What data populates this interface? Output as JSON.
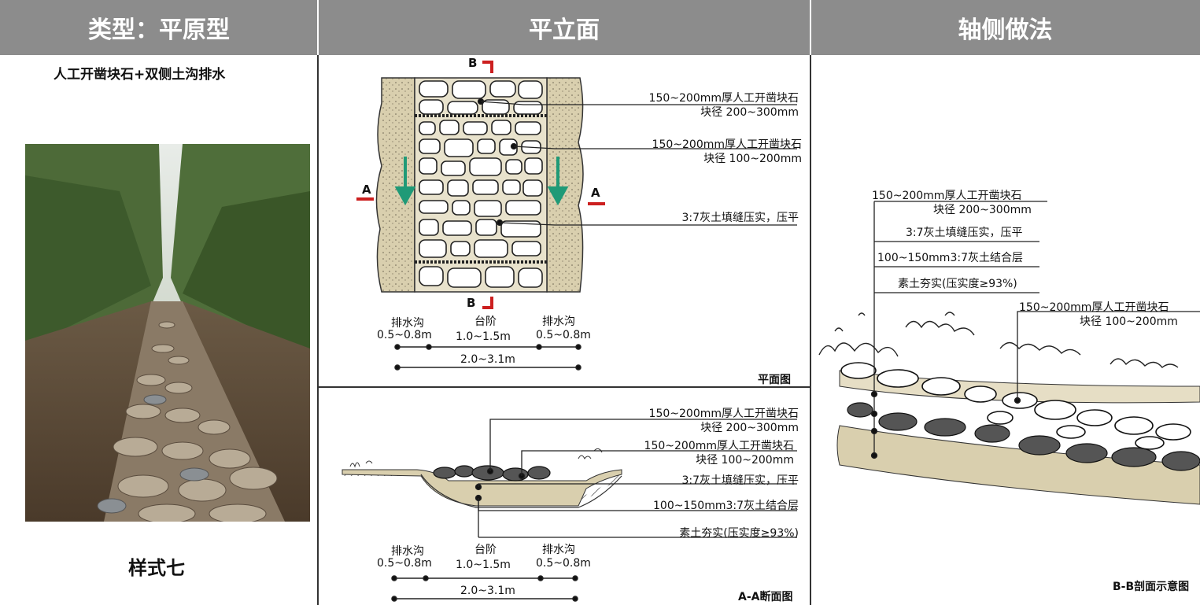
{
  "headers": {
    "type": "类型：平原型",
    "plan": "平立面",
    "axon": "轴侧做法"
  },
  "left": {
    "title": "人工开凿块石+双侧土沟排水",
    "style_name": "样式七"
  },
  "plan": {
    "section_b": "B",
    "section_a": "A",
    "label1_line1": "150~200mm厚人工开凿块石",
    "label1_line2": "块径 200~300mm",
    "label2_line1": "150~200mm厚人工开凿块石",
    "label2_line2": "块径 100~200mm",
    "label3": "3:7灰土填缝压实，压平",
    "dim_ditch_left": "排水沟",
    "dim_ditch_left_val": "0.5~0.8m",
    "dim_step": "台阶",
    "dim_step_val": "1.0~1.5m",
    "dim_ditch_right": "排水沟",
    "dim_ditch_right_val": "0.5~0.8m",
    "dim_total": "2.0~3.1m",
    "caption": "平面图"
  },
  "section": {
    "label1_line1": "150~200mm厚人工开凿块石",
    "label1_line2": "块径 200~300mm",
    "label2_line1": "150~200mm厚人工开凿块石",
    "label2_line2": "块径 100~200mm",
    "label3": "3:7灰土填缝压实，压平",
    "label4": "100~150mm3:7灰土结合层",
    "label5": "素土夯实(压实度≥93%)",
    "dim_ditch_left": "排水沟",
    "dim_ditch_left_val": "0.5~0.8m",
    "dim_step": "台阶",
    "dim_step_val": "1.0~1.5m",
    "dim_ditch_right": "排水沟",
    "dim_ditch_right_val": "0.5~0.8m",
    "dim_total": "2.0~3.1m",
    "caption": "A-A断面图"
  },
  "axon": {
    "label1_line1": "150~200mm厚人工开凿块石",
    "label1_line2": "块径 200~300mm",
    "label2": "3:7灰土填缝压实，压平",
    "label3": "100~150mm3:7灰土结合层",
    "label4": "素土夯实(压实度≥93%)",
    "label5_line1": "150~200mm厚人工开凿块石",
    "label5_line2": "块径 100~200mm",
    "caption": "B-B剖面示意图"
  },
  "colors": {
    "header_bg": "#8c8c8c",
    "soil": "#d9cfae",
    "arrow": "#1f9a77",
    "section_mark": "#cc1f1f"
  }
}
